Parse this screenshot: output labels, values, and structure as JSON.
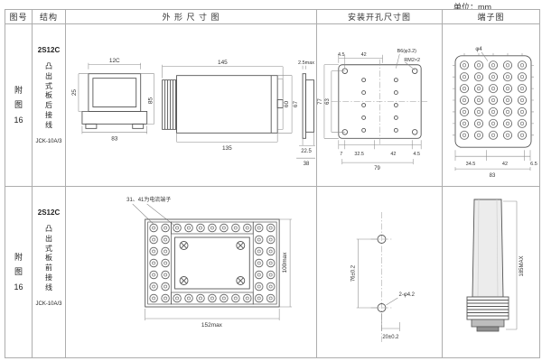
{
  "page": {
    "unit": "单位：mm"
  },
  "headers": {
    "fig_no": "图号",
    "structure": "结构",
    "outline": "外 形 尺 寸 图",
    "install": "安装开孔尺寸图",
    "terminal": "端子图"
  },
  "rows": [
    {
      "fig_no": "附\n图\n16",
      "model": "2S12C",
      "mount": "凸\n出\n式\n板\n后\n接\n线",
      "code": "JCK-10A/3",
      "outline": {
        "front_top": "12C",
        "front_left": "25",
        "front_bottom": "83",
        "front_right": "85",
        "side_top": "145",
        "side_bottom": "135",
        "depth_inner": "60",
        "depth_outer": "67",
        "end_top": "2.5max",
        "end_mid": "22.5",
        "end_bottom": "38"
      },
      "install": {
        "top_left": "4.5",
        "top_span": "42",
        "hole_note": "B6(φ3.2)",
        "thread_note": "RM2×2",
        "left_outer": "77",
        "left_inner": "63",
        "bottom1": "7",
        "bottom2": "32.5",
        "bottom3": "42",
        "bottom4": "4.5",
        "bottom_overall": "79"
      },
      "terminal": {
        "hole": "φ4",
        "bottom1": "34.5",
        "bottom2": "42",
        "bottom3": "6.5",
        "bottom_overall": "83"
      }
    },
    {
      "fig_no": "附\n图\n16",
      "model": "2S12C",
      "mount": "凸\n出\n式\n板\n前\n接\n线",
      "code": "JCK-10A/3",
      "outline": {
        "note": "31、41为电流端子",
        "width": "152max",
        "height": "100max"
      },
      "install": {
        "spacing": "76±0.2",
        "holes": "2-φ4.2",
        "offset": "20±0.2"
      },
      "terminal": {
        "height": "185MAX"
      }
    }
  ]
}
